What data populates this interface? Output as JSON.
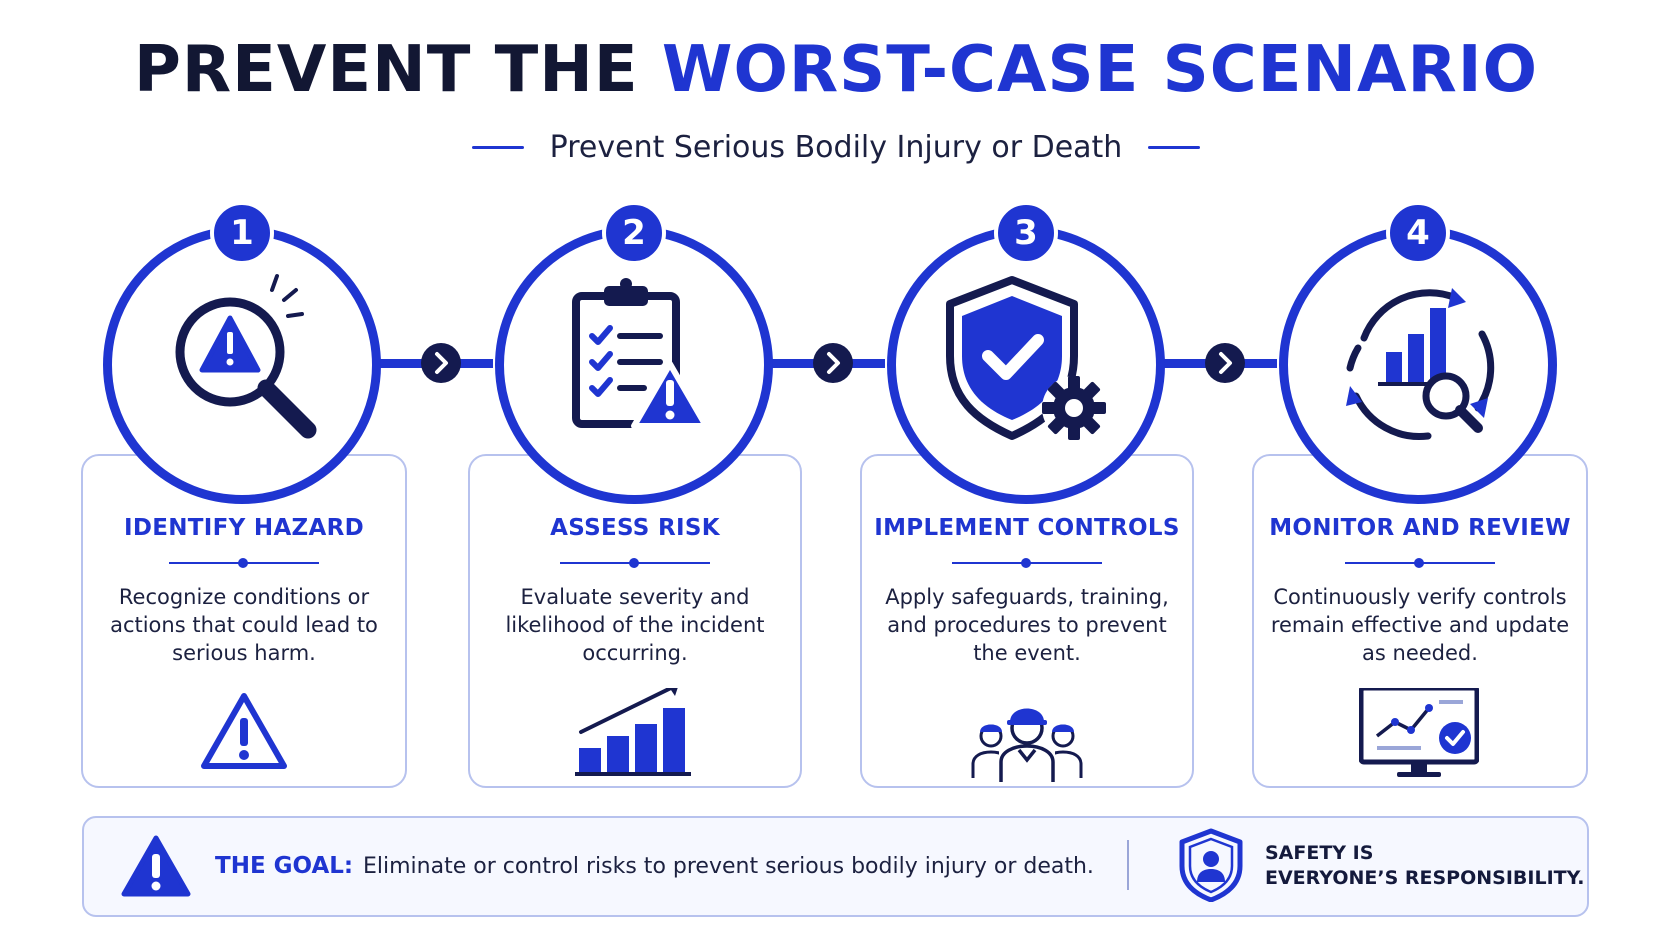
{
  "header": {
    "title_part1": "PREVENT THE",
    "title_part2": "WORST-CASE SCENARIO",
    "subtitle": "Prevent Serious Bodily Injury or Death"
  },
  "colors": {
    "accent": "#1f35d1",
    "dark": "#141a4f",
    "card_border": "#b7c2ee"
  },
  "steps": [
    {
      "number": "1",
      "title": "IDENTIFY HAZARD",
      "description": "Recognize conditions or actions that could lead to serious harm.",
      "icon": "magnifier-warning-icon",
      "card_icon": "warning-triangle-icon"
    },
    {
      "number": "2",
      "title": "ASSESS RISK",
      "description": "Evaluate severity and likelihood of the incident occurring.",
      "icon": "clipboard-warning-icon",
      "card_icon": "rising-bar-chart-icon"
    },
    {
      "number": "3",
      "title": "IMPLEMENT CONTROLS",
      "description": "Apply safeguards, training, and procedures to prevent the event.",
      "icon": "shield-check-gear-icon",
      "card_icon": "workers-team-icon"
    },
    {
      "number": "4",
      "title": "MONITOR AND REVIEW",
      "description": "Continuously verify controls remain effective and update as needed.",
      "icon": "cycle-chart-search-icon",
      "card_icon": "monitor-check-icon"
    }
  ],
  "goal": {
    "label": "THE GOAL:",
    "text": "Eliminate or control risks to prevent serious bodily injury or death.",
    "icon": "warning-triangle-icon"
  },
  "responsibility": {
    "line1": "SAFETY IS",
    "line2": "EVERYONE’S RESPONSIBILITY.",
    "icon": "shield-person-icon"
  }
}
